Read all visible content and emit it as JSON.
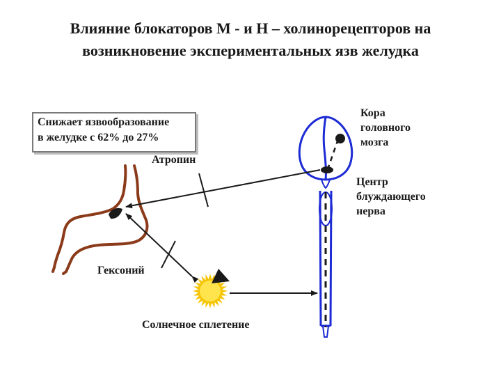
{
  "title": {
    "line1": "Влияние блокаторов М - и Н – холинорецепторов на",
    "line2": "возникновение экспериментальных язв желудка"
  },
  "note": {
    "line1": "Снижает язвообразование",
    "line2": "в желудке с 62% до 27%"
  },
  "labels": {
    "atropine": "Атропин",
    "hexonium": "Гексоний",
    "solar_plexus": "Солнечное сплетение",
    "cortex": [
      "Кора",
      "головного",
      "мозга"
    ],
    "vagus_center": [
      "Центр",
      "блуждающего",
      "нерва"
    ]
  },
  "colors": {
    "brain_outline": "#1c2bd4",
    "stomach_outline": "#8b3a1a",
    "arrow": "#1a1a1a",
    "plexus_fill": "#f5c400",
    "plexus_glow": "#ffe44d"
  }
}
